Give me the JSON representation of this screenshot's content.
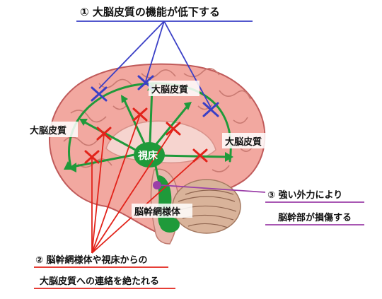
{
  "caption_top": "① 大脳皮質の機能が低下する",
  "caption_cause": [
    "③ 強い外力により",
    "脳幹部が損傷する"
  ],
  "caption_bottom": [
    "② 脳幹網様体や視床からの",
    "大脳皮質への連絡を絶たれる"
  ],
  "labels": {
    "cortex_top": "大脳皮質",
    "cortex_left": "大脳皮質",
    "cortex_right": "大脳皮質",
    "thalamus": "視床",
    "reticular": "脳幹網様体"
  },
  "colors": {
    "blue_marker": "#3a3fc6",
    "red_marker": "#e2231a",
    "green_pathway": "#1f9a3a",
    "purple_lesion": "#9b3fa8",
    "brain_pink": "#f2a8a0",
    "brain_outline": "#c05a5a"
  }
}
